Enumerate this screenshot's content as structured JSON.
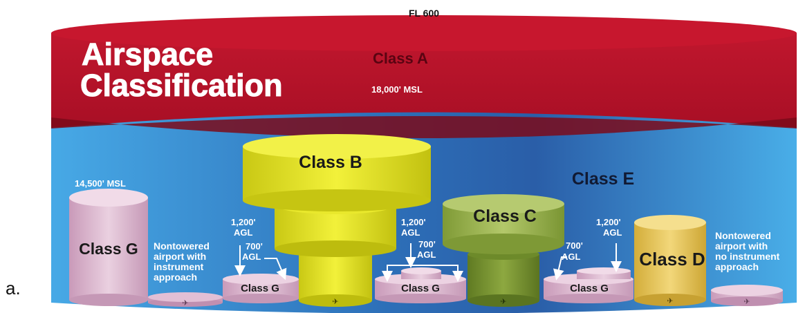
{
  "caption": "a.",
  "top_label": "FL 600",
  "title_line1": "Airspace",
  "title_line2": "Classification",
  "class_a": {
    "name": "Class A",
    "floor": "18,000' MSL"
  },
  "class_b": {
    "name": "Class B"
  },
  "class_c": {
    "name": "Class C"
  },
  "class_d": {
    "name": "Class D"
  },
  "class_e": {
    "name": "Class E"
  },
  "class_g_tall": {
    "name": "Class G",
    "ceiling": "14,500' MSL"
  },
  "class_g_small": [
    "Class G",
    "Class G",
    "Class G"
  ],
  "agl_1200": [
    "1,200'",
    "AGL"
  ],
  "agl_700": [
    "700'",
    "AGL"
  ],
  "note_left": [
    "Nontowered",
    "airport with",
    "instrument",
    "approach"
  ],
  "note_right": [
    "Nontowered",
    "airport with",
    "no instrument",
    "approach"
  ],
  "airport_icon": "plane-icon",
  "colors": {
    "class_a": "#b0122a",
    "sky": "#3f9fe0",
    "class_b": "#e3e21c",
    "class_c": "#97b04a",
    "class_d": "#e8c857",
    "class_g": "#d9b2cc"
  }
}
